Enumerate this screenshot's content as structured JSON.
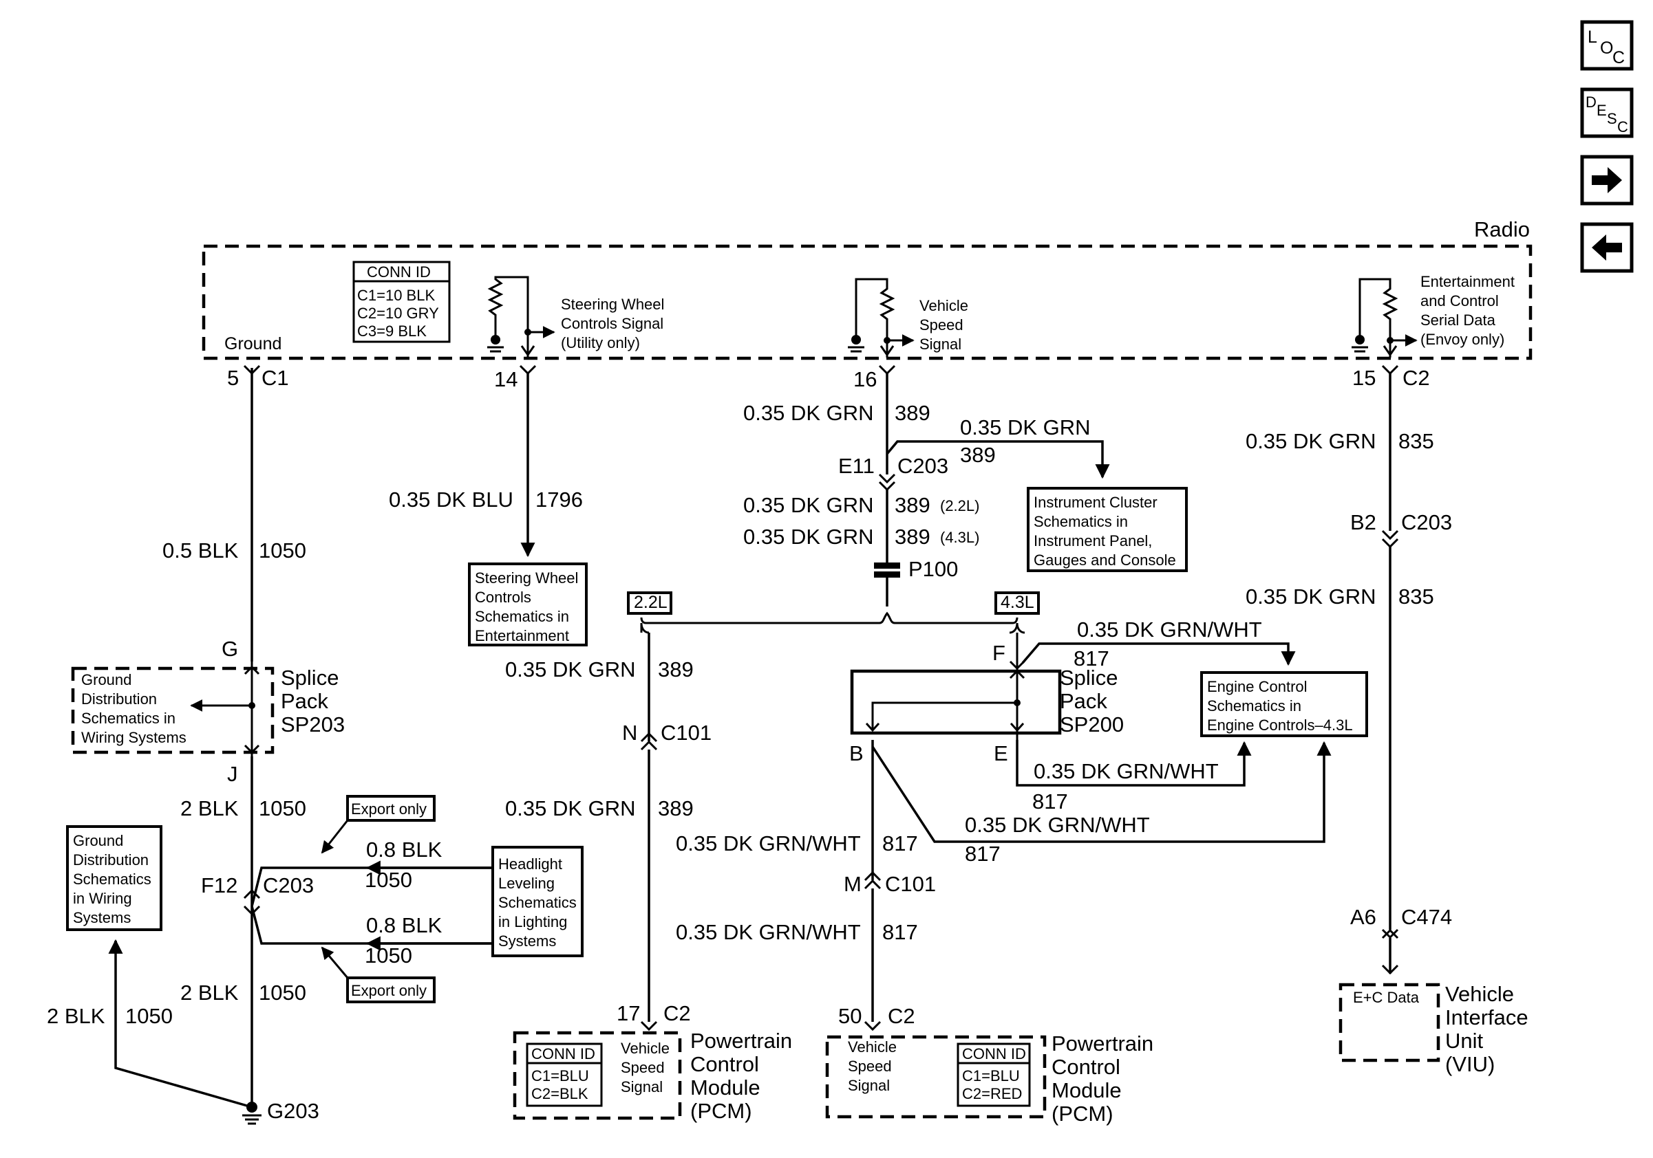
{
  "nav": {
    "loc_letters": [
      "L",
      "O",
      "C"
    ],
    "desc_letters": [
      "D",
      "E",
      "S",
      "C"
    ],
    "forward_icon": "arrow-right-icon",
    "back_icon": "arrow-left-icon"
  },
  "radio": {
    "title": "Radio",
    "ground_label": "Ground",
    "conn_id": {
      "header": "CONN ID",
      "lines": [
        "C1=10 BLK",
        "C2=10 GRY",
        "C3=9 BLK"
      ]
    },
    "steering_signal": [
      "Steering Wheel",
      "Controls Signal",
      "(Utility only)"
    ],
    "vss_signal": [
      "Vehicle",
      "Speed",
      "Signal"
    ],
    "ec_signal": [
      "Entertainment",
      "and Control",
      "Serial Data",
      "(Envoy only)"
    ]
  },
  "pins": {
    "p5": "5",
    "c1": "C1",
    "p14": "14",
    "p16": "16",
    "p15": "15",
    "c2_top": "C2"
  },
  "wires": {
    "w_05blk": "0.5 BLK",
    "n_1050a": "1050",
    "w_blu": "0.35 DK BLU",
    "n_1796": "1796",
    "w_grn_a": "0.35 DK GRN",
    "n_389a": "389",
    "w_grn_b": "0.35 DK GRN",
    "n_389b": "389",
    "w_grn_c": "0.35 DK GRN",
    "n_389c": "389",
    "v22": "(2.2L)",
    "w_grn_d": "0.35 DK GRN",
    "n_389d": "389",
    "v43": "(4.3L)",
    "w_835a": "0.35 DK GRN",
    "n_835a": "835",
    "w_835b": "0.35 DK GRN",
    "n_835b": "835",
    "w_grn_e": "0.35 DK GRN",
    "n_389e": "389",
    "w_grn_f": "0.35 DK GRN",
    "n_389f": "389",
    "w_gw_a": "0.35 DK GRN/WHT",
    "n_817a": "817",
    "w_gw_b": "0.35 DK GRN/WHT",
    "n_817b": "817",
    "w_gw_c": "0.35 DK GRN/WHT",
    "n_817c": "817",
    "w_gw_d": "0.35 DK GRN/WHT",
    "n_817d": "817",
    "w_gw_e": "0.35 DK GRN/WHT",
    "n_817e": "817",
    "w_2blk_a": "2 BLK",
    "n_1050b": "1050",
    "w_08blk_a": "0.8 BLK",
    "n_1050c": "1050",
    "w_08blk_b": "0.8 BLK",
    "n_1050d": "1050",
    "w_2blk_b": "2 BLK",
    "n_1050e": "1050",
    "w_2blk_c": "2 BLK",
    "n_1050f": "1050"
  },
  "connectors": {
    "e11": "E11",
    "c203a": "C203",
    "b2": "B2",
    "c203b": "C203",
    "p100": "P100",
    "n": "N",
    "c101a": "C101",
    "m": "M",
    "c101b": "C101",
    "a6": "A6",
    "c474": "C474",
    "f12": "F12",
    "c203c": "C203",
    "g": "G",
    "j": "J",
    "f": "F",
    "b": "B",
    "e": "E",
    "p17": "17",
    "c2_pcm1": "C2",
    "p50": "50",
    "c2_pcm2": "C2",
    "g203": "G203"
  },
  "tags": {
    "l22": "2.2L",
    "l43": "4.3L",
    "export_top": "Export only",
    "export_bottom": "Export only"
  },
  "refs": {
    "steering": [
      "Steering Wheel",
      "Controls",
      "Schematics in",
      "Entertainment"
    ],
    "cluster": [
      "Instrument Cluster",
      "Schematics in",
      "Instrument Panel,",
      "Gauges and Console"
    ],
    "engine": [
      "Engine Control",
      "Schematics in",
      "Engine Controls–4.3L"
    ],
    "headlight": [
      "Headlight",
      "Leveling",
      "Schematics",
      "in Lighting",
      "Systems"
    ],
    "ground_left": [
      "Ground",
      "Distribution",
      "Schematics",
      "in Wiring",
      "Systems"
    ],
    "ground_sp": [
      "Ground",
      "Distribution",
      "Schematics in",
      "Wiring Systems"
    ]
  },
  "splices": {
    "sp203": [
      "Splice",
      "Pack",
      "SP203"
    ],
    "sp200": [
      "Splice",
      "Pack",
      "SP200"
    ]
  },
  "pcm1": {
    "conn_header": "CONN ID",
    "conn_lines": [
      "C1=BLU",
      "C2=BLK"
    ],
    "signal": [
      "Vehicle",
      "Speed",
      "Signal"
    ],
    "title": [
      "Powertrain",
      "Control",
      "Module",
      "(PCM)"
    ]
  },
  "pcm2": {
    "conn_header": "CONN ID",
    "conn_lines": [
      "C1=BLU",
      "C2=RED"
    ],
    "signal": [
      "Vehicle",
      "Speed",
      "Signal"
    ],
    "title": [
      "Powertrain",
      "Control",
      "Module",
      "(PCM)"
    ]
  },
  "viu": {
    "data_label": "E+C Data",
    "title": [
      "Vehicle",
      "Interface",
      "Unit",
      "(VIU)"
    ]
  }
}
